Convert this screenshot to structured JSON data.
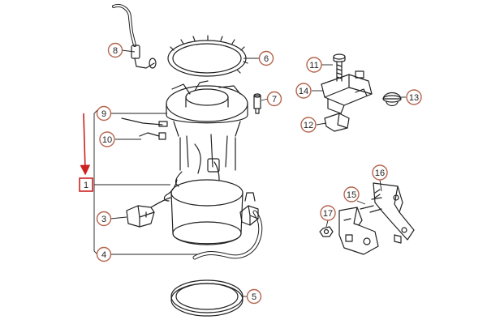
{
  "diagram": {
    "colors": {
      "line": "#222222",
      "callout_border": "#b5654e",
      "callout_fill": "#ffffff",
      "highlight_border": "#cc2222",
      "arrow": "#cc2222"
    },
    "callouts": [
      {
        "id": "c1",
        "label": "1"
      },
      {
        "id": "c3",
        "label": "3"
      },
      {
        "id": "c4",
        "label": "4"
      },
      {
        "id": "c5",
        "label": "5"
      },
      {
        "id": "c6",
        "label": "6"
      },
      {
        "id": "c7",
        "label": "7"
      },
      {
        "id": "c8",
        "label": "8"
      },
      {
        "id": "c9",
        "label": "9"
      },
      {
        "id": "c10",
        "label": "10"
      },
      {
        "id": "c11",
        "label": "11"
      },
      {
        "id": "c12",
        "label": "12"
      },
      {
        "id": "c13",
        "label": "13"
      },
      {
        "id": "c14",
        "label": "14"
      },
      {
        "id": "c15",
        "label": "15"
      },
      {
        "id": "c16",
        "label": "16"
      },
      {
        "id": "c17",
        "label": "17"
      }
    ]
  }
}
